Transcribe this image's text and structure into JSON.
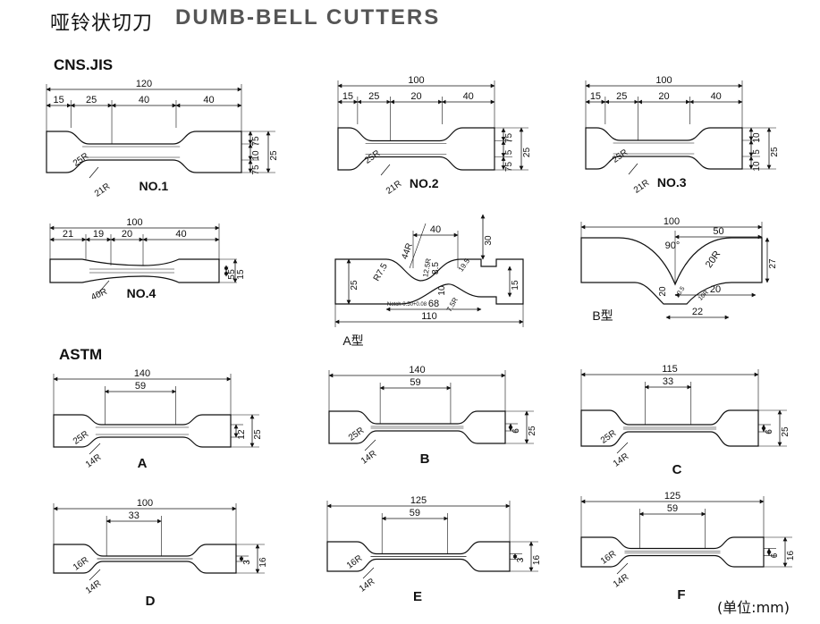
{
  "title_cn": "哑铃状切刀",
  "title_en": "DUMB-BELL CUTTERS",
  "sections": {
    "cns": "CNS.JIS",
    "astm": "ASTM"
  },
  "unit_note": "(单位:mm)",
  "cutters": [
    {
      "id": "no1",
      "label": "NO.1",
      "overall": "120",
      "segments": [
        "15",
        "25",
        "40",
        "40"
      ],
      "radii": [
        "25R",
        "21R"
      ],
      "widths": [
        "75",
        "10",
        "75",
        "25"
      ]
    },
    {
      "id": "no2",
      "label": "NO.2",
      "overall": "100",
      "segments": [
        "15",
        "25",
        "20",
        "40"
      ],
      "radii": [
        "25R",
        "21R"
      ],
      "widths": [
        "75",
        "5",
        "75",
        "25"
      ]
    },
    {
      "id": "no3",
      "label": "NO.3",
      "overall": "100",
      "segments": [
        "15",
        "25",
        "20",
        "40"
      ],
      "radii": [
        "25R",
        "21R"
      ],
      "widths": [
        "10",
        "5",
        "10",
        "25"
      ]
    },
    {
      "id": "no4",
      "label": "NO.4",
      "overall": "100",
      "segments": [
        "21",
        "19",
        "20",
        "40"
      ],
      "radii": [
        "40R"
      ],
      "widths": [
        "5",
        "5",
        "15"
      ]
    },
    {
      "id": "a-type",
      "label": "A型",
      "overall": "110",
      "inner": "68",
      "top": "40",
      "height": "30",
      "dims": [
        "44R",
        "R7.5",
        "12.5R",
        "8.5",
        "10",
        "15",
        "10",
        "25",
        "19.5",
        "7.5R"
      ],
      "notch": "Notch 0.50+0.08"
    },
    {
      "id": "b-type",
      "label": "B型",
      "overall": "100",
      "top": "50",
      "angle": "90°",
      "dims": [
        "20R",
        "20",
        "22",
        "27",
        "20",
        "10.5",
        "10R"
      ]
    },
    {
      "id": "astm-a",
      "label": "A",
      "overall": "140",
      "gauge": "59",
      "radii": [
        "25R",
        "14R"
      ],
      "widths": [
        "12",
        "25"
      ]
    },
    {
      "id": "astm-b",
      "label": "B",
      "overall": "140",
      "gauge": "59",
      "radii": [
        "25R",
        "14R"
      ],
      "widths": [
        "6",
        "25"
      ]
    },
    {
      "id": "astm-c",
      "label": "C",
      "overall": "115",
      "gauge": "33",
      "radii": [
        "25R",
        "14R"
      ],
      "widths": [
        "6",
        "25"
      ]
    },
    {
      "id": "astm-d",
      "label": "D",
      "overall": "100",
      "gauge": "33",
      "radii": [
        "16R",
        "14R"
      ],
      "widths": [
        "3",
        "16"
      ]
    },
    {
      "id": "astm-e",
      "label": "E",
      "overall": "125",
      "gauge": "59",
      "radii": [
        "16R",
        "14R"
      ],
      "widths": [
        "3",
        "16"
      ]
    },
    {
      "id": "astm-f",
      "label": "F",
      "overall": "125",
      "gauge": "59",
      "radii": [
        "16R",
        "14R"
      ],
      "widths": [
        "6",
        "16"
      ]
    }
  ]
}
